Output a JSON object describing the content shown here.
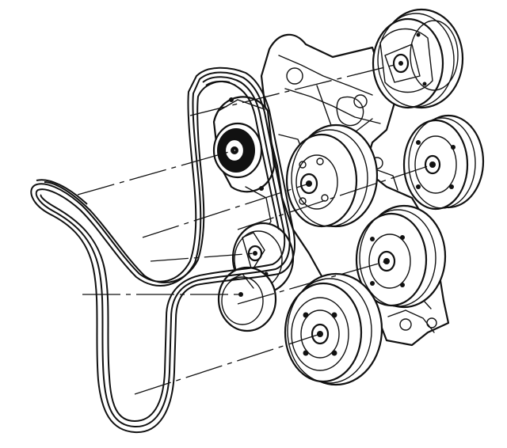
{
  "diagram": {
    "components": [
      {
        "id": "ac-compressor-pulley",
        "icon": "pulley-icon"
      },
      {
        "id": "tensioner-pulley",
        "icon": "tensioner-icon"
      },
      {
        "id": "idler-pulley",
        "icon": "pulley-icon"
      },
      {
        "id": "water-pump-pulley",
        "icon": "pulley-icon"
      },
      {
        "id": "power-steering-pulley",
        "icon": "pulley-icon"
      },
      {
        "id": "generator-pulley",
        "icon": "pulley-icon"
      },
      {
        "id": "crankshaft-balancer",
        "icon": "pulley-icon"
      },
      {
        "id": "serpentine-belt",
        "icon": "belt-icon"
      }
    ],
    "colors": {
      "ink": "#111111",
      "paper": "#ffffff"
    }
  }
}
